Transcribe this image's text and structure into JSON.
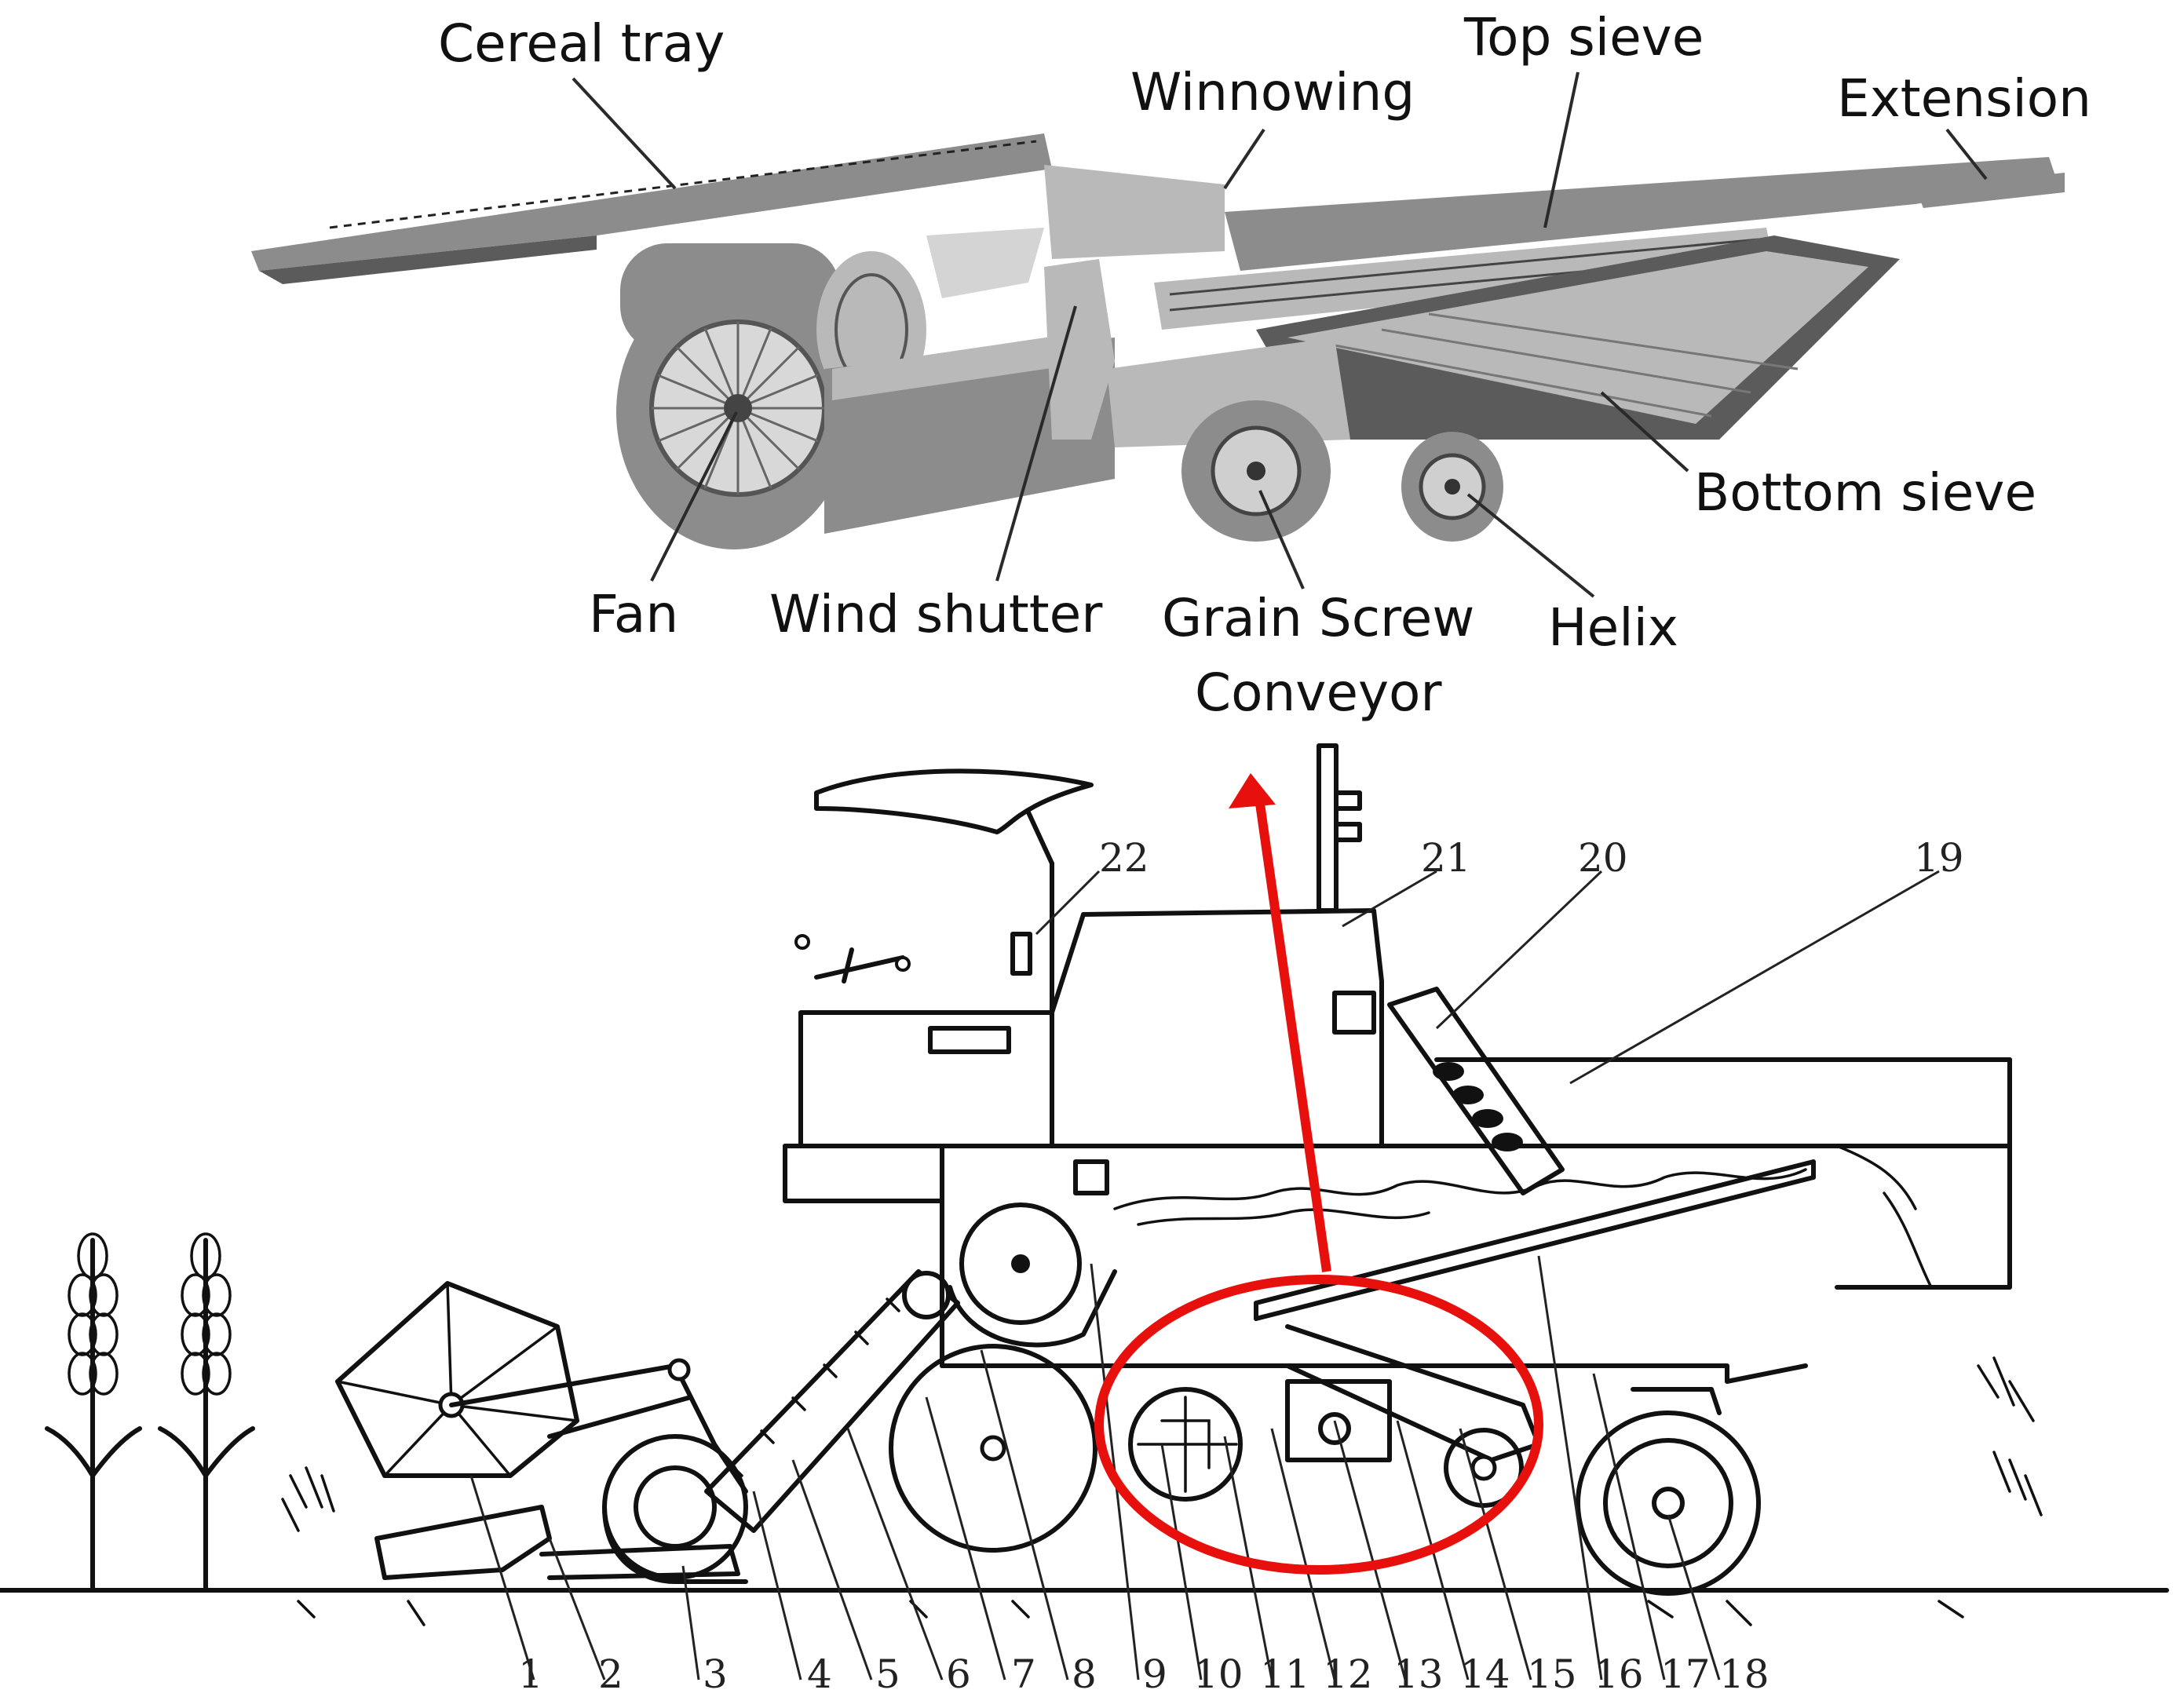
{
  "top_labels": {
    "cereal_tray": "Cereal tray",
    "winnowing": "Winnowing",
    "top_sieve": "Top sieve",
    "extension": "Extension",
    "bottom_sieve": "Bottom sieve",
    "fan": "Fan",
    "wind_shutter": "Wind shutter",
    "grain_screw_line1": "Grain Screw",
    "grain_screw_line2": "Conveyor",
    "helix": "Helix"
  },
  "part_numbers": [
    "1",
    "2",
    "3",
    "4",
    "5",
    "6",
    "7",
    "8",
    "9",
    "10",
    "11",
    "12",
    "13",
    "14",
    "15",
    "16",
    "17",
    "18",
    "19",
    "20",
    "21",
    "22"
  ],
  "colors": {
    "highlight": "#e8100c",
    "ink": "#111111",
    "render_grey": "#8c8c8c"
  }
}
